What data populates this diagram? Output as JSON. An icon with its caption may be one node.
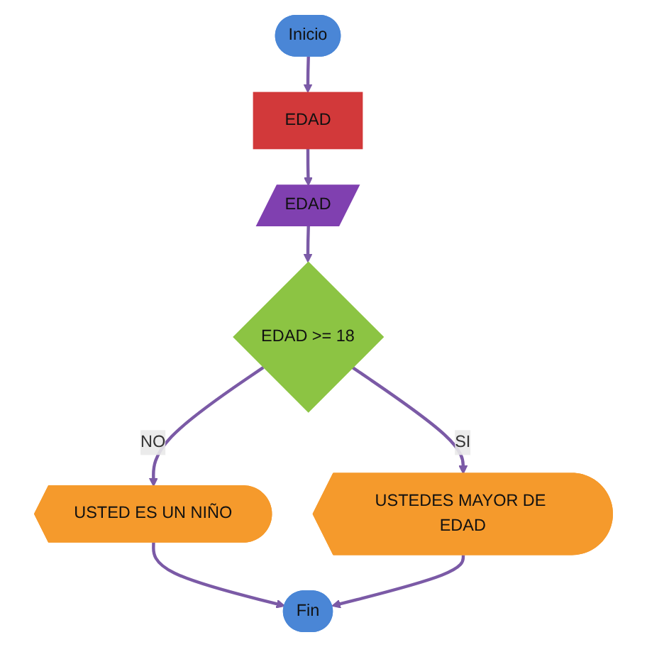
{
  "diagram": {
    "nodes": [
      {
        "text": [
          "Inicio"
        ]
      },
      {
        "text": [
          "EDAD"
        ]
      },
      {
        "text": [
          "EDAD"
        ]
      },
      {
        "text": [
          "EDAD >= 18"
        ]
      },
      {
        "text": [
          "USTED ES UN NIÑO"
        ]
      },
      {
        "text": [
          "USTEDES MAYOR DE EDAD"
        ]
      },
      {
        "text": [
          "Fin"
        ]
      }
    ],
    "edges": [
      {
        "from": 0,
        "to": 1,
        "arrow": "to"
      },
      {
        "from": 1,
        "to": 2,
        "arrow": "to"
      },
      {
        "from": 2,
        "to": 3,
        "arrow": "to"
      },
      {
        "from": 3,
        "to": 4,
        "label": "NO",
        "arrow": "to"
      },
      {
        "from": 3,
        "to": 5,
        "label": "SI",
        "arrow": "to"
      },
      {
        "from": 4,
        "to": 6,
        "arrow": "to"
      },
      {
        "from": 5,
        "to": 6,
        "arrow": "to"
      }
    ]
  }
}
